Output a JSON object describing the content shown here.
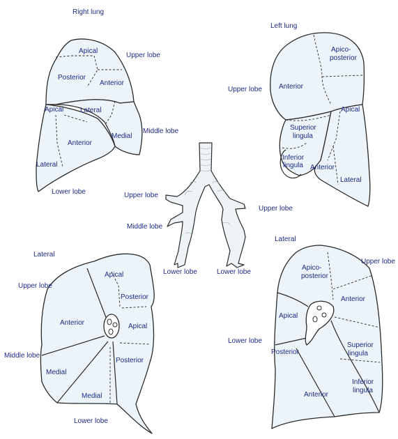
{
  "diagram": {
    "right_lung": {
      "title": "Right lung",
      "upper_lobe": "Upper lobe",
      "middle_lobe": "Middle lobe",
      "lower_lobe": "Lower lobe",
      "segments": {
        "apical": "Apical",
        "posterior": "Posterior",
        "anterior": "Anterior",
        "apical_lower": "Apical",
        "lateral_middle": "Lateral",
        "medial_middle": "Medial",
        "anterior_lower": "Anterior",
        "lateral_lower": "Lateral"
      }
    },
    "left_lung": {
      "title": "Left lung",
      "upper_lobe": "Upper lobe",
      "segments": {
        "apico_posterior_1": "Apico-",
        "apico_posterior_2": "posterior",
        "anterior": "Anterior",
        "apical": "Apical",
        "superior_lingula_1": "Superior",
        "superior_lingula_2": "lingula",
        "inferior_lingula_1": "Inferior",
        "inferior_lingula_2": "lingula",
        "anterior_lower": "Anterior",
        "lateral": "Lateral"
      }
    },
    "bronchi": {
      "upper_lobe_left": "Upper lobe",
      "middle_lobe": "Middle lobe",
      "lower_lobe_left": "Lower lobe",
      "upper_lobe_right": "Upper lobe",
      "lower_lobe_right": "Lower lobe"
    },
    "right_medial_view": {
      "lateral": "Lateral",
      "upper_lobe": "Upper lobe",
      "middle_lobe": "Middle lobe",
      "lower_lobe": "Lower lobe",
      "segments": {
        "apical": "Apical",
        "posterior": "Posterior",
        "anterior": "Anterior",
        "apical_lower": "Apical",
        "posterior_lower": "Posterior",
        "medial_middle": "Medial",
        "medial_lower": "Medial"
      }
    },
    "left_medial_view": {
      "lateral": "Lateral",
      "upper_lobe": "Upper lobe",
      "lower_lobe": "Lower lobe",
      "segments": {
        "apico_posterior_1": "Apico-",
        "apico_posterior_2": "posterior",
        "anterior": "Anterior",
        "apical": "Apical",
        "superior_lingula_1": "Superior",
        "superior_lingula_2": "lingula",
        "posterior": "Posterior",
        "inferior_lingula_1": "Inferior",
        "inferior_lingula_2": "lingula",
        "anterior_lower": "Anterior"
      }
    }
  }
}
